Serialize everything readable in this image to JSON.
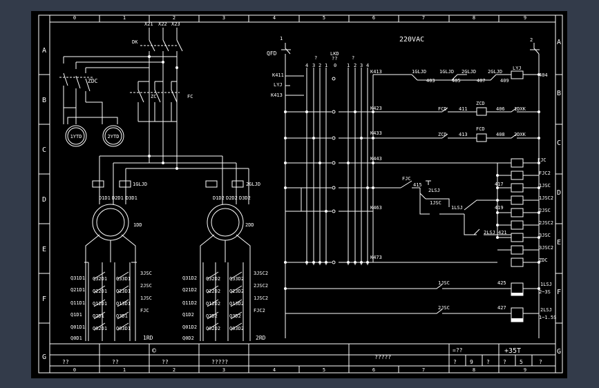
{
  "colors": {
    "background": "#000000",
    "line": "#ffffff",
    "window": "#333b4a",
    "fill": "#ffffff"
  },
  "grid": {
    "columns": [
      "0",
      "1",
      "2",
      "3",
      "4",
      "5",
      "6",
      "7",
      "8",
      "9"
    ],
    "rows": [
      "A",
      "B",
      "C",
      "D",
      "E",
      "F",
      "G"
    ]
  },
  "left": {
    "phases": [
      "X21",
      "X22",
      "X23"
    ],
    "dk": "DK",
    "zdc": "ZDC",
    "zc": "ZC",
    "fc": "FC",
    "ytd1": "1YTD",
    "ytd2": "2YTD",
    "glj1": "1GLJD",
    "glj2": "2GLJD",
    "d1": [
      "D1D1",
      "D2D1",
      "D3D1"
    ],
    "d2": [
      "D1D2",
      "D2D2",
      "D3D2"
    ],
    "motor1": "1DD",
    "motor2": "2DD",
    "r1": {
      "left": [
        "Q31D1",
        "Q21D1",
        "Q11D1",
        "Q1D1",
        "Q01D1",
        "Q0D1"
      ],
      "c1": [
        "Q32D1",
        "Q22D1",
        "Q12D1",
        "Q2D1",
        "Q02D1"
      ],
      "c2": [
        "Q33D1",
        "Q23D1",
        "Q13D1",
        "Q3D1",
        "Q03D1"
      ],
      "right": [
        "3JSC",
        "2JSC",
        "1JSC",
        "FJC"
      ],
      "name": "1RD"
    },
    "r2": {
      "left": [
        "Q31D2",
        "Q21D2",
        "Q11D2",
        "Q1D2",
        "Q01D2",
        "Q0D2"
      ],
      "c1": [
        "Q32D2",
        "Q22D2",
        "Q12D2",
        "Q2D2",
        "Q02D2"
      ],
      "c2": [
        "Q33D2",
        "Q23D2",
        "Q13D2",
        "Q3D2",
        "Q03D2"
      ],
      "right": [
        "3JSC2",
        "2JSC2",
        "1JSC2",
        "FJC2"
      ],
      "name": "2RD"
    }
  },
  "right": {
    "voltage": "220VAC",
    "qfd": "QFD",
    "mark1": "1",
    "mark2": "2",
    "lkd": [
      "LKD",
      "??",
      "0"
    ],
    "q1": "?",
    "q2": "?",
    "cols_a": [
      "4",
      "3",
      "2",
      "1"
    ],
    "cols_b": [
      "1",
      "2",
      "3",
      "4"
    ],
    "k411": "K411",
    "lyj": "LYJ",
    "k413l": "K413",
    "k413": "K413",
    "k423": "K423",
    "k433": "K433",
    "k443": "K443",
    "k463": "K463",
    "k473": "K473",
    "row1": [
      "1GLJD",
      "1GLJD",
      "2GLJD",
      "2GLJD",
      "LYJ",
      "403",
      "405",
      "407",
      "409",
      "404"
    ],
    "row2": [
      "FCD",
      "411",
      "ZCD",
      "406",
      "1DXK"
    ],
    "row3": [
      "ZCD",
      "413",
      "FCD",
      "408",
      "2DXK"
    ],
    "fjc": "FJC",
    "lsj": [
      "415",
      "2LSJ",
      "1JSC",
      "1LSJ",
      "2LSJ",
      "417",
      "419",
      "421"
    ],
    "coils": [
      "FJC",
      "FJC2",
      "1JSC",
      "1JSC2",
      "2JSC",
      "2JSC2",
      "3JSC",
      "3JSC2",
      "ZDC"
    ],
    "timers": [
      "1JSC",
      "425",
      "1LSJ",
      "2~3S",
      "2JSC",
      "427",
      "2LSJ",
      "1~1.5S"
    ]
  },
  "title_block": {
    "eq": "=??",
    "code": "+35T",
    "copyright": "©",
    "cells": [
      "??",
      "??",
      "??",
      "?????"
    ],
    "q": [
      "?",
      "9",
      "?",
      "?",
      "5",
      "?"
    ]
  }
}
